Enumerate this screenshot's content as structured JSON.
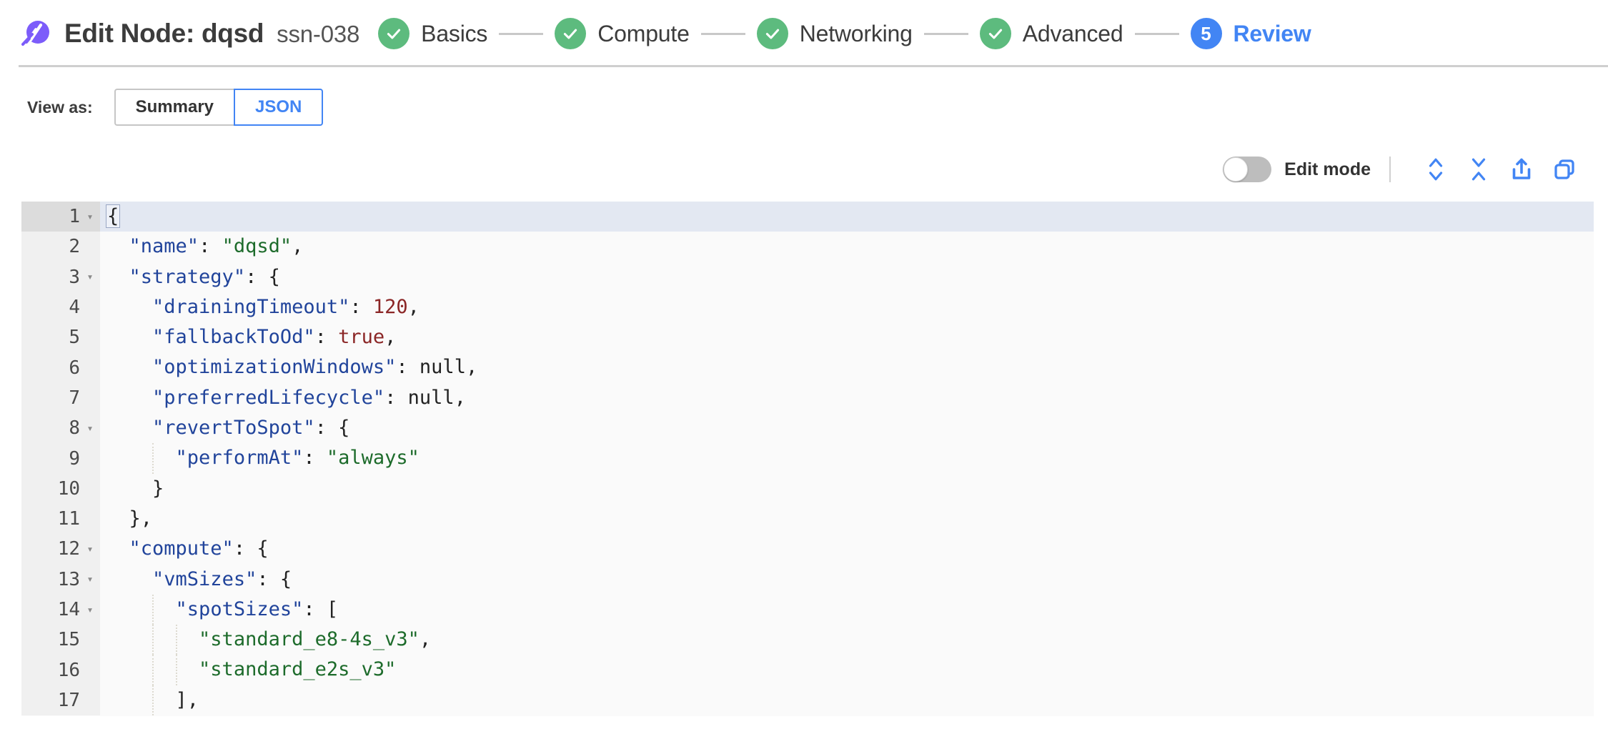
{
  "header": {
    "logo_name": "spot-comet-logo",
    "title": "Edit Node: dqsd",
    "node_id": "ssn-038",
    "steps": [
      {
        "label": "Basics",
        "state": "done",
        "num": "1"
      },
      {
        "label": "Compute",
        "state": "done",
        "num": "2"
      },
      {
        "label": "Networking",
        "state": "done",
        "num": "3"
      },
      {
        "label": "Advanced",
        "state": "done",
        "num": "4"
      },
      {
        "label": "Review",
        "state": "active",
        "num": "5"
      }
    ]
  },
  "view_as": {
    "label": "View as:",
    "options": [
      "Summary",
      "JSON"
    ],
    "selected": "JSON"
  },
  "editor_toolbar": {
    "edit_mode_label": "Edit mode",
    "edit_mode_on": false,
    "icons": [
      "expand-all-icon",
      "collapse-all-icon",
      "export-icon",
      "copy-icon"
    ]
  },
  "colors": {
    "brand_purple": "#7c5cfa",
    "accent_blue": "#4285f4",
    "step_done_green": "#5dbb7e",
    "json_key": "#21449b",
    "json_string": "#1d6b2b",
    "json_number": "#8b2626",
    "highlight_row": "#e3e8f2"
  },
  "code": {
    "language": "json",
    "active_line": 1,
    "lines": [
      {
        "n": "1",
        "fold": true,
        "indent": 0,
        "html": "<span class=\"tok-punc bracket-box\">{</span>"
      },
      {
        "n": "2",
        "fold": false,
        "indent": 1,
        "html": "  <span class=\"tok-key\">\"name\"</span><span class=\"tok-punc\">: </span><span class=\"tok-str\">\"dqsd\"</span><span class=\"tok-punc\">,</span>"
      },
      {
        "n": "3",
        "fold": true,
        "indent": 1,
        "html": "  <span class=\"tok-key\">\"strategy\"</span><span class=\"tok-punc\">: {</span>"
      },
      {
        "n": "4",
        "fold": false,
        "indent": 2,
        "html": "    <span class=\"tok-key\">\"drainingTimeout\"</span><span class=\"tok-punc\">: </span><span class=\"tok-num\">120</span><span class=\"tok-punc\">,</span>"
      },
      {
        "n": "5",
        "fold": false,
        "indent": 2,
        "html": "    <span class=\"tok-key\">\"fallbackToOd\"</span><span class=\"tok-punc\">: </span><span class=\"tok-bool\">true</span><span class=\"tok-punc\">,</span>"
      },
      {
        "n": "6",
        "fold": false,
        "indent": 2,
        "html": "    <span class=\"tok-key\">\"optimizationWindows\"</span><span class=\"tok-punc\">: </span><span class=\"tok-null\">null</span><span class=\"tok-punc\">,</span>"
      },
      {
        "n": "7",
        "fold": false,
        "indent": 2,
        "html": "    <span class=\"tok-key\">\"preferredLifecycle\"</span><span class=\"tok-punc\">: </span><span class=\"tok-null\">null</span><span class=\"tok-punc\">,</span>"
      },
      {
        "n": "8",
        "fold": true,
        "indent": 2,
        "html": "    <span class=\"tok-key\">\"revertToSpot\"</span><span class=\"tok-punc\">: {</span>"
      },
      {
        "n": "9",
        "fold": false,
        "indent": 3,
        "html": "      <span class=\"tok-key\">\"performAt\"</span><span class=\"tok-punc\">: </span><span class=\"tok-str\">\"always\"</span>"
      },
      {
        "n": "10",
        "fold": false,
        "indent": 2,
        "html": "    <span class=\"tok-punc\">}</span>"
      },
      {
        "n": "11",
        "fold": false,
        "indent": 1,
        "html": "  <span class=\"tok-punc\">},</span>"
      },
      {
        "n": "12",
        "fold": true,
        "indent": 1,
        "html": "  <span class=\"tok-key\">\"compute\"</span><span class=\"tok-punc\">: {</span>"
      },
      {
        "n": "13",
        "fold": true,
        "indent": 2,
        "html": "    <span class=\"tok-key\">\"vmSizes\"</span><span class=\"tok-punc\">: {</span>"
      },
      {
        "n": "14",
        "fold": true,
        "indent": 3,
        "html": "      <span class=\"tok-key\">\"spotSizes\"</span><span class=\"tok-punc\">: [</span>"
      },
      {
        "n": "15",
        "fold": false,
        "indent": 4,
        "html": "        <span class=\"tok-str\">\"standard_e8-4s_v3\"</span><span class=\"tok-punc\">,</span>"
      },
      {
        "n": "16",
        "fold": false,
        "indent": 4,
        "html": "        <span class=\"tok-str\">\"standard_e2s_v3\"</span>"
      },
      {
        "n": "17",
        "fold": false,
        "indent": 3,
        "html": "      <span class=\"tok-punc\">],</span>"
      }
    ]
  }
}
